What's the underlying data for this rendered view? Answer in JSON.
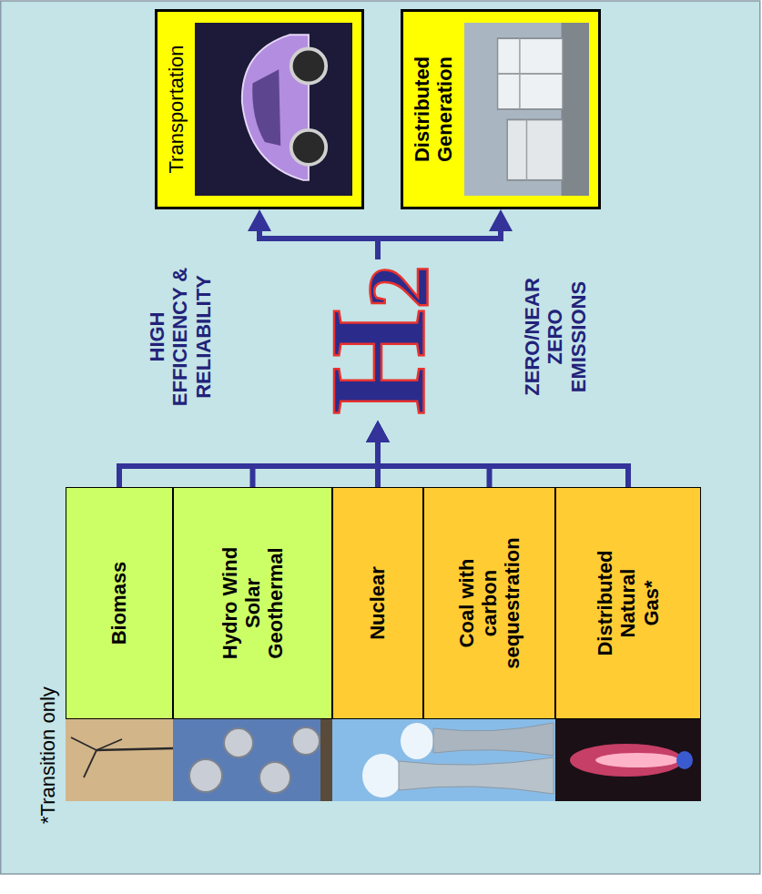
{
  "diagram": {
    "nodes": [
      {
        "text": [
          "Biomass"
        ]
      },
      {
        "text": [
          "Hydro Wind Solar Geothermal"
        ]
      },
      {
        "text": [
          "Nuclear"
        ]
      },
      {
        "text": [
          "Coal with carbon sequestration"
        ]
      },
      {
        "text": [
          "Distributed Natural Gas*"
        ]
      },
      {
        "text": [
          "H",
          "2"
        ]
      },
      {
        "text": [
          "Transportation"
        ]
      },
      {
        "text": [
          "Distributed Generation"
        ]
      }
    ],
    "edges": [
      {
        "from": 0,
        "to": 5,
        "arrow": "to"
      },
      {
        "from": 1,
        "to": 5,
        "arrow": "to"
      },
      {
        "from": 2,
        "to": 5,
        "arrow": "to"
      },
      {
        "from": 3,
        "to": 5,
        "arrow": "to"
      },
      {
        "from": 4,
        "to": 5,
        "arrow": "to"
      },
      {
        "from": 5,
        "to": 6,
        "arrow": "to"
      },
      {
        "from": 5,
        "to": 7,
        "arrow": "to"
      }
    ],
    "labels": [
      "HIGH EFFICIENCY & RELIABILITY",
      "ZERO/NEAR ZERO EMISSIONS",
      "*Transition only"
    ]
  }
}
